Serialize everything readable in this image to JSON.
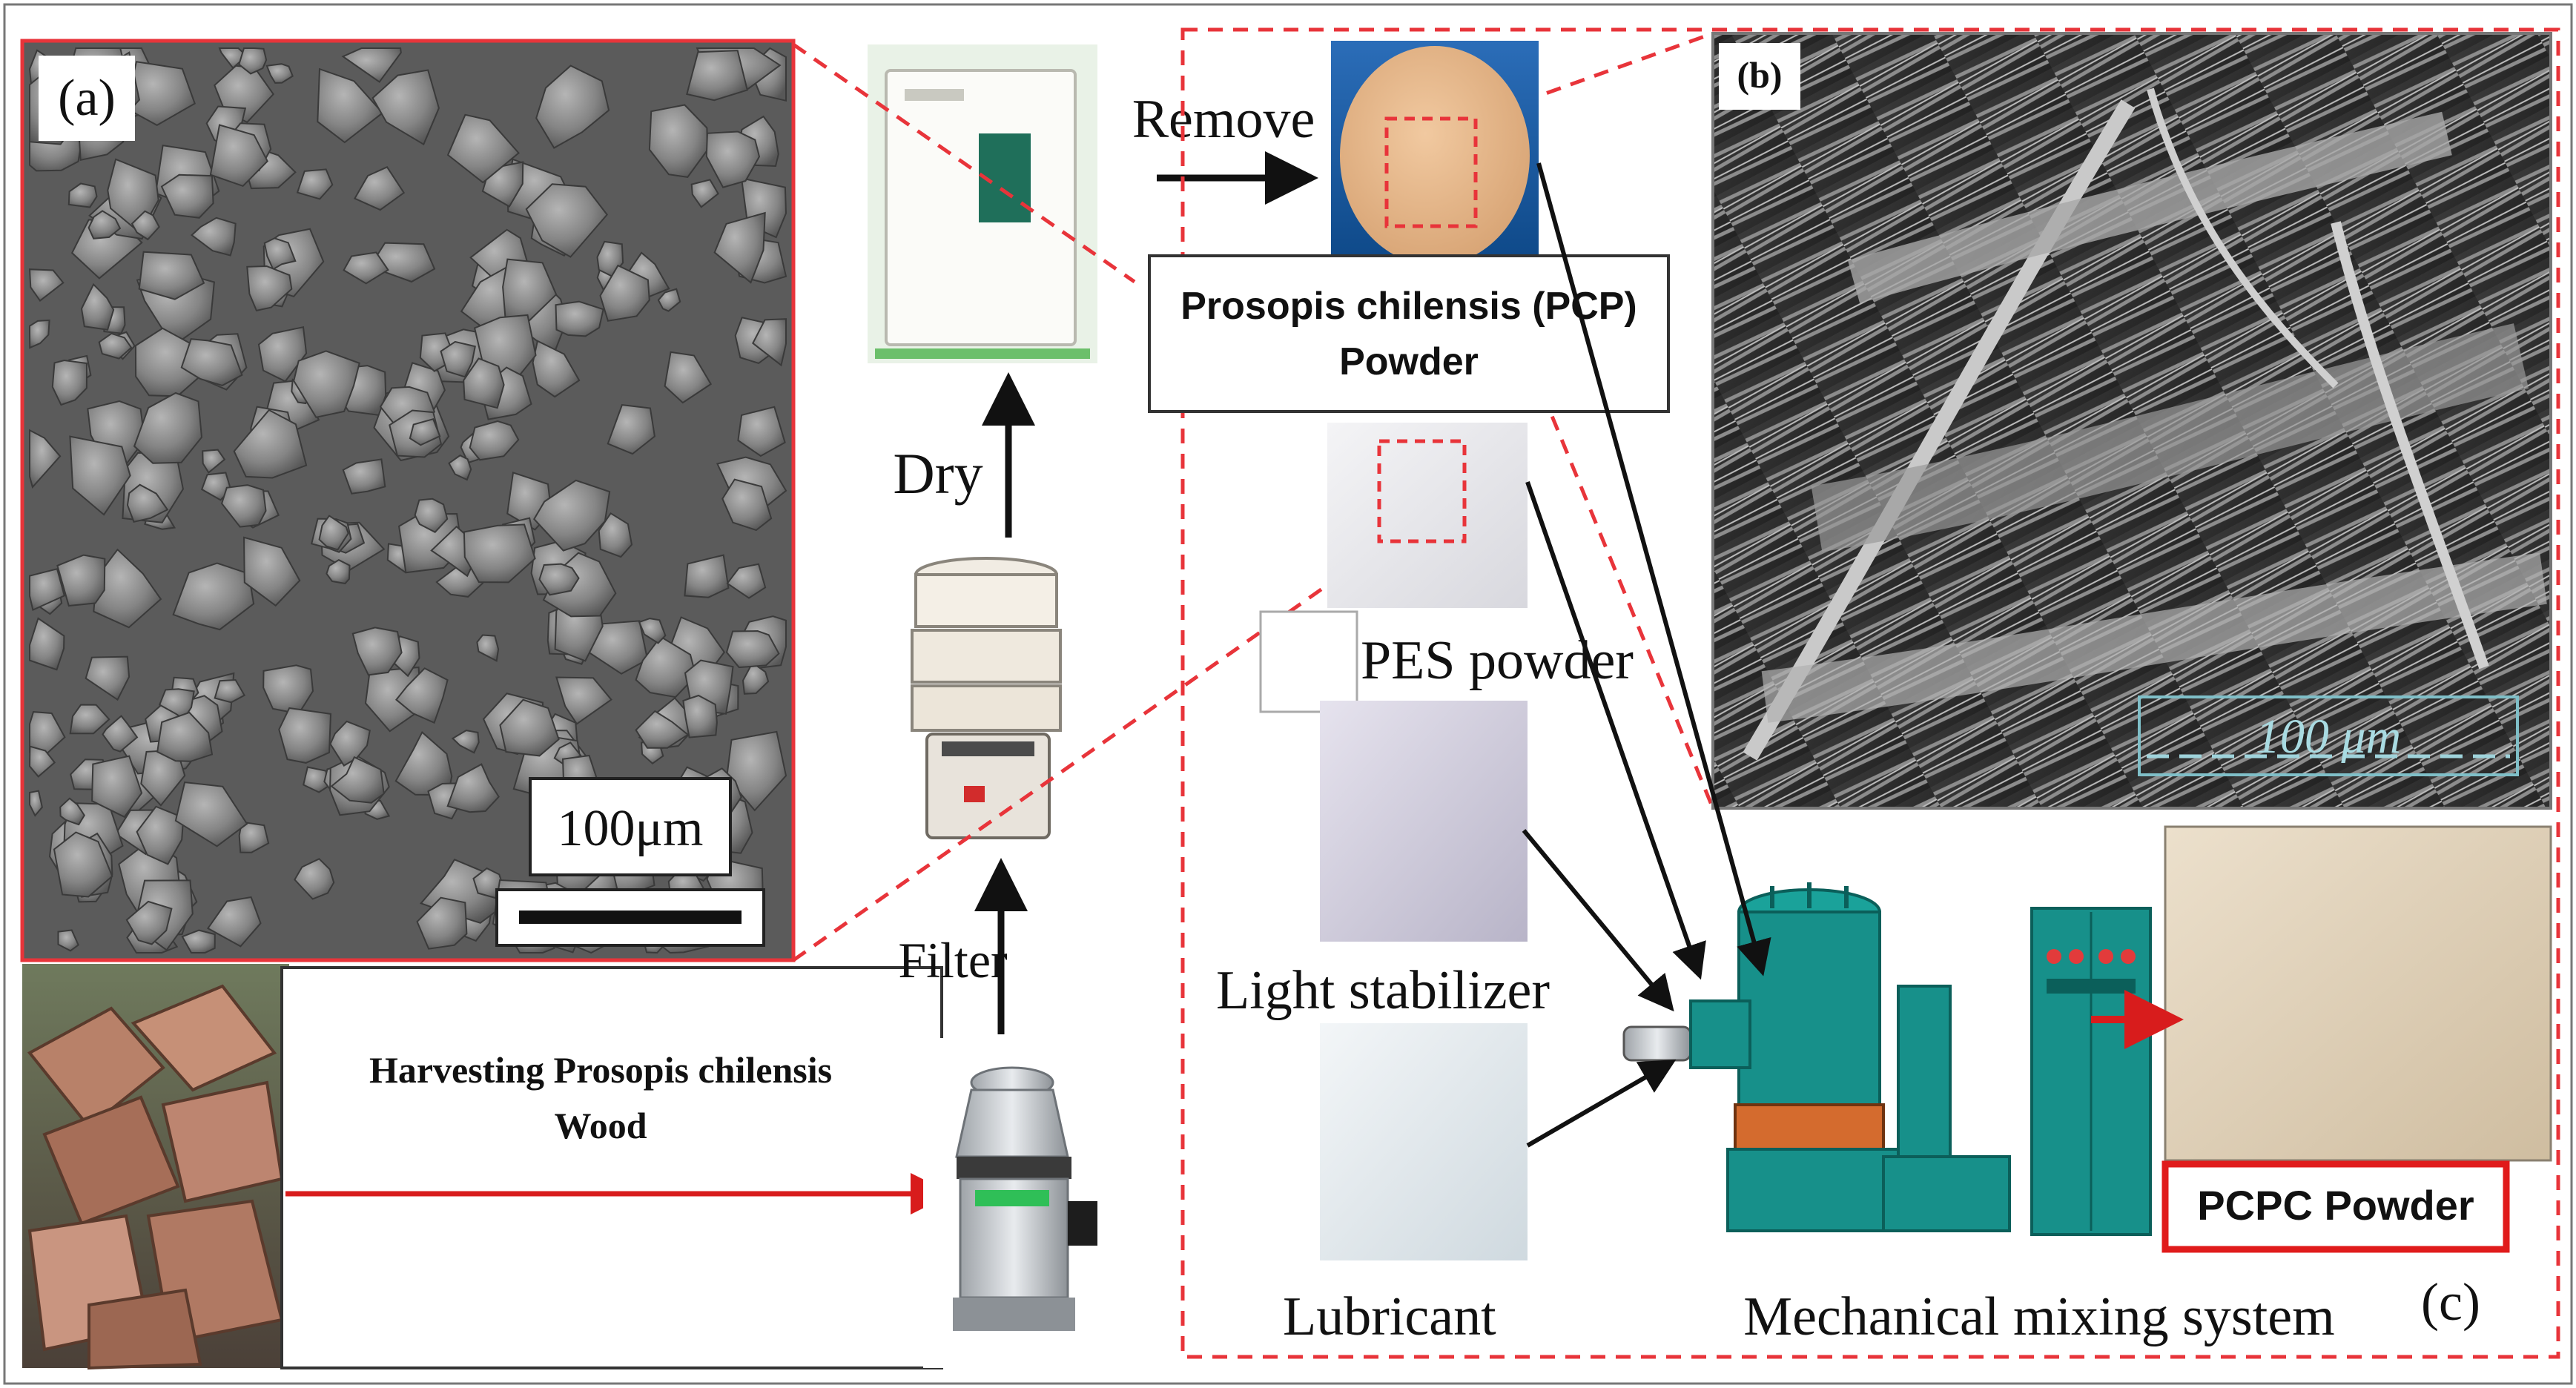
{
  "labels": {
    "panel_a": "(a)",
    "panel_b": "(b)",
    "panel_c": "(c)",
    "scale_a": "100μm",
    "scale_b": "100 μm",
    "step_remove": "Remove",
    "step_dry": "Dry",
    "step_filter": "Filter",
    "pcp_powder_line1": "Prosopis chilensis (PCP)",
    "pcp_powder_line2": "Powder",
    "pes_powder": "PES powder",
    "light_stabilizer": "Light stabilizer",
    "lubricant": "Lubricant",
    "mixing_system": "Mechanical mixing system",
    "harvest_line1": "Harvesting Prosopis chilensis",
    "harvest_line2": "Wood",
    "pcpc_powder": "PCPC Powder"
  },
  "colors": {
    "dashed_red": "#e8343a",
    "arrow_red": "#d81c1c",
    "arrow_black": "#111111",
    "sem_dark": "#4a4a4a",
    "sem_light": "#9a9a9a",
    "machine_teal": "#17908a",
    "powder_tan": "#e7d3b2"
  },
  "icons": [
    "sem-particles-image",
    "sem-fiber-image",
    "drying-oven-image",
    "sieve-shaker-image",
    "grinder-image",
    "wood-pile-image",
    "mixer-image",
    "control-cabinet-image"
  ]
}
